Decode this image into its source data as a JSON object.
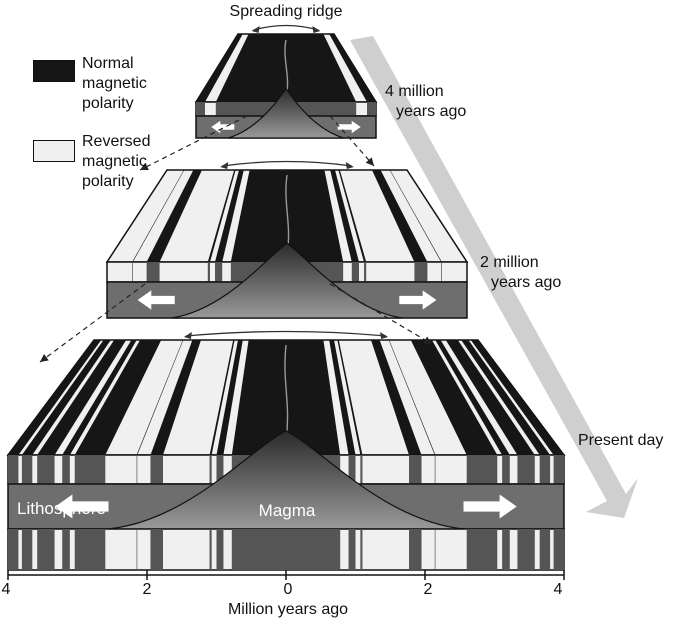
{
  "title": "Spreading ridge",
  "legend": {
    "normal": {
      "label_lines": [
        "Normal",
        "magnetic",
        "polarity"
      ],
      "color": "#161616"
    },
    "reversed": {
      "label_lines": [
        "Reversed",
        "magnetic",
        "polarity"
      ],
      "color": "#f0f0f0"
    }
  },
  "stages": [
    {
      "time_lines": [
        "4 million",
        "years ago"
      ],
      "extent_myr": 1
    },
    {
      "time_lines": [
        "2 million",
        "years ago"
      ],
      "extent_myr": 2.5
    },
    {
      "time_lines": [
        "Present day"
      ],
      "extent_myr": 4
    }
  ],
  "labels": {
    "lithosphere": "Lithosphere",
    "magma": "Magma"
  },
  "axis": {
    "title": "Million years ago",
    "ticks": [
      {
        "value": -4,
        "label": "4"
      },
      {
        "value": -2,
        "label": "2"
      },
      {
        "value": 0,
        "label": "0"
      },
      {
        "value": 2,
        "label": "2"
      },
      {
        "value": 4,
        "label": "4"
      }
    ]
  },
  "colors": {
    "normal": "#161616",
    "reversed": "#f0f0f0",
    "lithosphere": "#6e6e6e",
    "magma_top": "#2a2a2a",
    "magma_bottom": "#9a9a9a",
    "time_arrow": "#cfcfcf",
    "outline": "#111111"
  },
  "normal_bands_myr": [
    [
      0,
      0.78
    ],
    [
      0.9,
      1.0
    ],
    [
      1.07,
      1.1
    ],
    [
      1.77,
      1.95
    ],
    [
      2.14,
      2.15
    ],
    [
      2.6,
      3.04
    ],
    [
      3.11,
      3.22
    ],
    [
      3.33,
      3.58
    ],
    [
      3.65,
      3.8
    ],
    [
      3.85,
      4.0
    ]
  ]
}
